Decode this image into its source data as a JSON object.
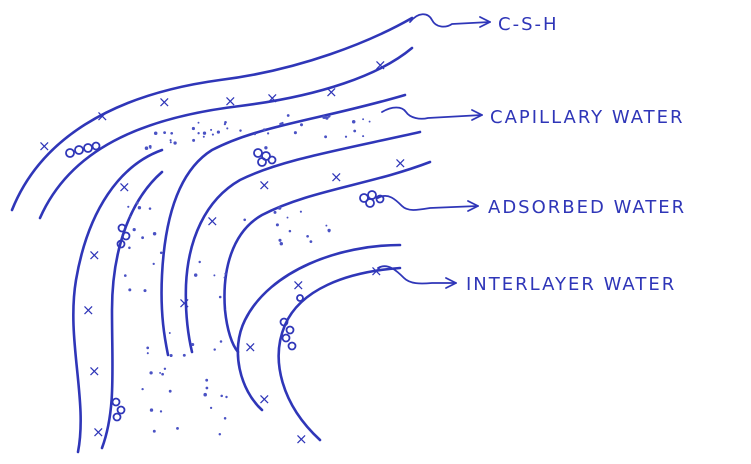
{
  "labels": {
    "csh": "C-S-H",
    "capillary_water": "CAPILLARY WATER",
    "adsorbed_water": "ADSORBED WATER",
    "interlayer_water": "INTERLAYER WATER"
  },
  "symbols": {
    "csh_particle": "×"
  },
  "colors": {
    "ink": "#2f36b8",
    "paper": "#ffffff"
  }
}
